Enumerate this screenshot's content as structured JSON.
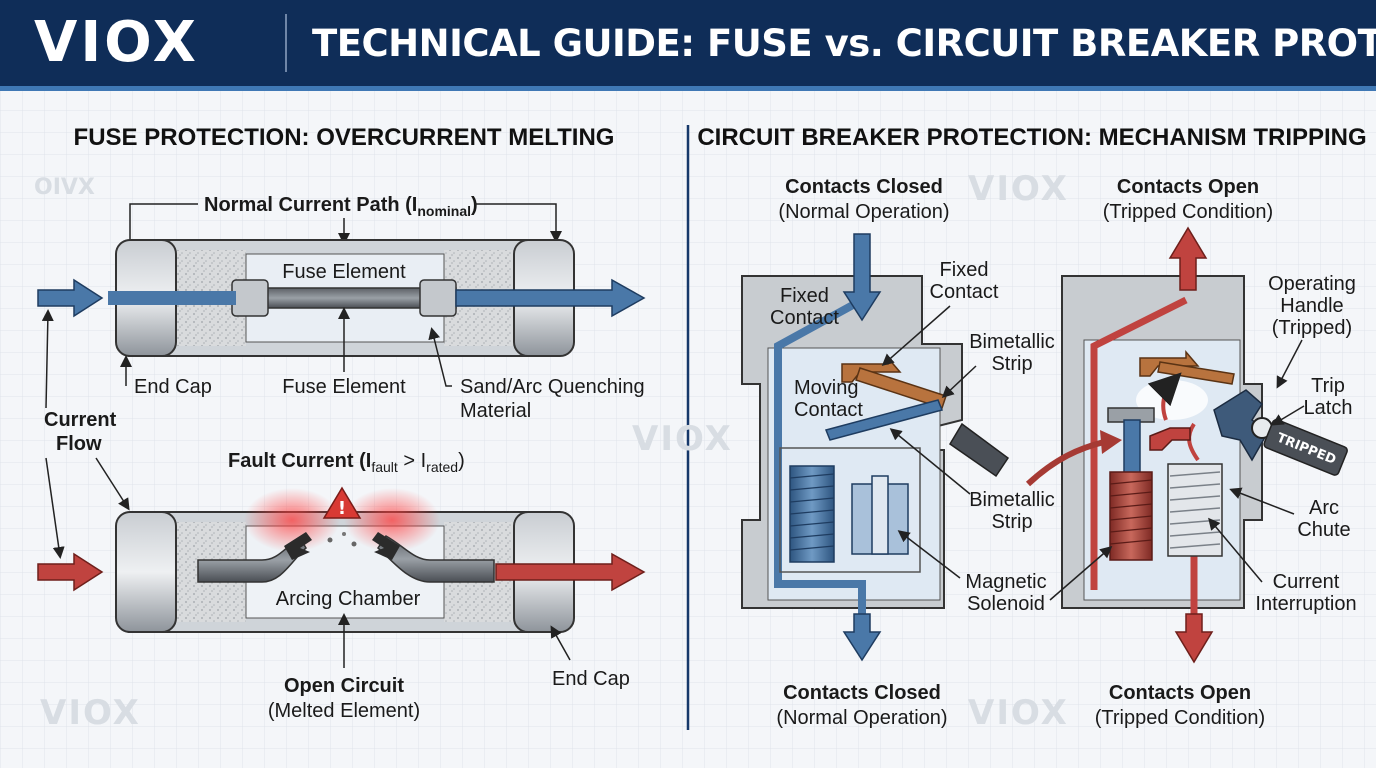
{
  "brand": "VIOX",
  "title": "TECHNICAL GUIDE: FUSE vs. CIRCUIT BREAKER PROTECTION",
  "watermarks": {
    "brand": "VIOX",
    "small": "OIVX"
  },
  "fuse": {
    "heading": "FUSE PROTECTION: OVERCURRENT MELTING",
    "normal_path": {
      "main": "Normal Current Path (I",
      "sub": "nominal",
      "close": ")"
    },
    "fuse_element_top": "Fuse Element",
    "end_cap_left": "End Cap",
    "fuse_element_bottom": "Fuse Element",
    "sand_line1": "Sand/Arc Quenching",
    "sand_line2": "Material",
    "current_flow_line1": "Current",
    "current_flow_line2": "Flow",
    "fault": {
      "pre": "Fault Current (I",
      "sub1": "fault",
      "mid": " > I",
      "sub2": "rated",
      "close": ")"
    },
    "warning_symbol": "!",
    "arcing_chamber": "Arcing Chamber",
    "open_circuit": "Open Circuit",
    "melted_element": "(Melted Element)",
    "end_cap_right": "End Cap"
  },
  "breaker": {
    "heading": "CIRCUIT BREAKER PROTECTION: MECHANISM TRIPPING",
    "closed_top": "Contacts Closed",
    "closed_top_sub": "(Normal Operation)",
    "open_top": "Contacts Open",
    "open_top_sub": "(Tripped Condition)",
    "fixed_contact_inner_1": "Fixed",
    "fixed_contact_inner_2": "Contact",
    "fixed_contact_1": "Fixed",
    "fixed_contact_2": "Contact",
    "bimetallic_top_1": "Bimetallic",
    "bimetallic_top_2": "Strip",
    "moving_contact_1": "Moving",
    "moving_contact_2": "Contact",
    "bimetallic_bottom_1": "Bimetallic",
    "bimetallic_bottom_2": "Strip",
    "magnetic_1": "Magnetic",
    "magnetic_2": "Solenoid",
    "operating_1": "Operating",
    "operating_2": "Handle",
    "operating_3": "(Tripped)",
    "trip_1": "Trip",
    "trip_2": "Latch",
    "tripped_tag": "TRIPPED",
    "arc_1": "Arc",
    "arc_2": "Chute",
    "interrupt_1": "Current",
    "interrupt_2": "Interruption",
    "closed_bottom": "Contacts Closed",
    "closed_bottom_sub": "(Normal Operation)",
    "open_bottom": "Contacts Open",
    "open_bottom_sub": "(Tripped Condition)"
  },
  "colors": {
    "header_bg": "#0f2d58",
    "normal_current": "#4a78a8",
    "fault_current": "#c0433f",
    "copper": "#b8733e",
    "fuse_body": "#dfe6ee",
    "end_cap": "#9aa0a8"
  }
}
